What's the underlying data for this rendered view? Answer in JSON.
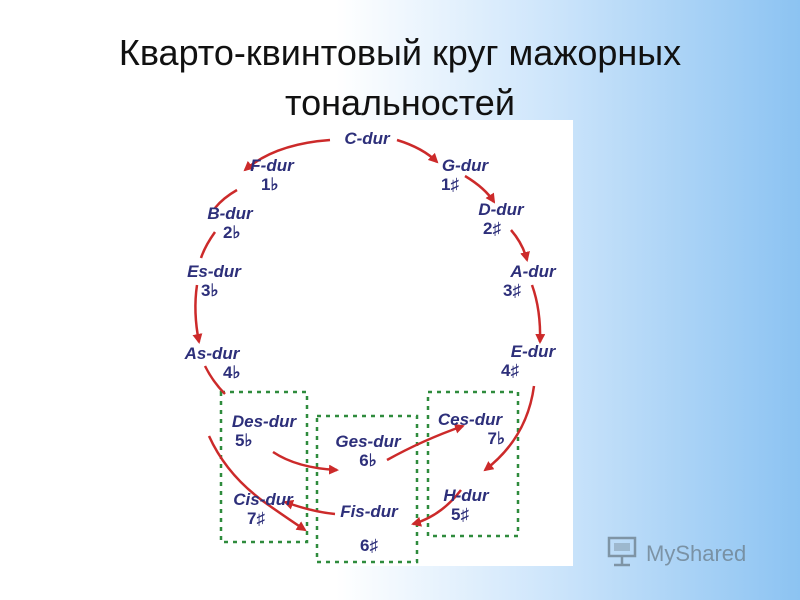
{
  "title": {
    "line1": "Кварто-квинтовый круг мажорных",
    "line2": "тональностей"
  },
  "colors": {
    "arrow": "#cc2a2a",
    "text": "#2d2f7a",
    "box": "#2e8b3c"
  },
  "keys": [
    {
      "id": "c",
      "name": "C-dur",
      "acc": ""
    },
    {
      "id": "g",
      "name": "G-dur",
      "acc": "1♯"
    },
    {
      "id": "d",
      "name": "D-dur",
      "acc": "2♯"
    },
    {
      "id": "a",
      "name": "A-dur",
      "acc": "3♯"
    },
    {
      "id": "e",
      "name": "E-dur",
      "acc": "4♯"
    },
    {
      "id": "ces",
      "name": "Ces-dur",
      "acc": "7♭"
    },
    {
      "id": "h",
      "name": "H-dur",
      "acc": "5♯"
    },
    {
      "id": "ges",
      "name": "Ges-dur",
      "acc": "6♭"
    },
    {
      "id": "fis",
      "name": "Fis-dur",
      "acc": "6♯"
    },
    {
      "id": "des",
      "name": "Des-dur",
      "acc": "5♭"
    },
    {
      "id": "cis",
      "name": "Cis-dur",
      "acc": "7♯"
    },
    {
      "id": "as",
      "name": "As-dur",
      "acc": "4♭"
    },
    {
      "id": "es",
      "name": "Es-dur",
      "acc": "3♭"
    },
    {
      "id": "b",
      "name": "B-dur",
      "acc": "2♭"
    },
    {
      "id": "f",
      "name": "F-dur",
      "acc": "1♭"
    }
  ],
  "watermark": {
    "text": "MyShared",
    "icon": "presentation-board-icon"
  }
}
